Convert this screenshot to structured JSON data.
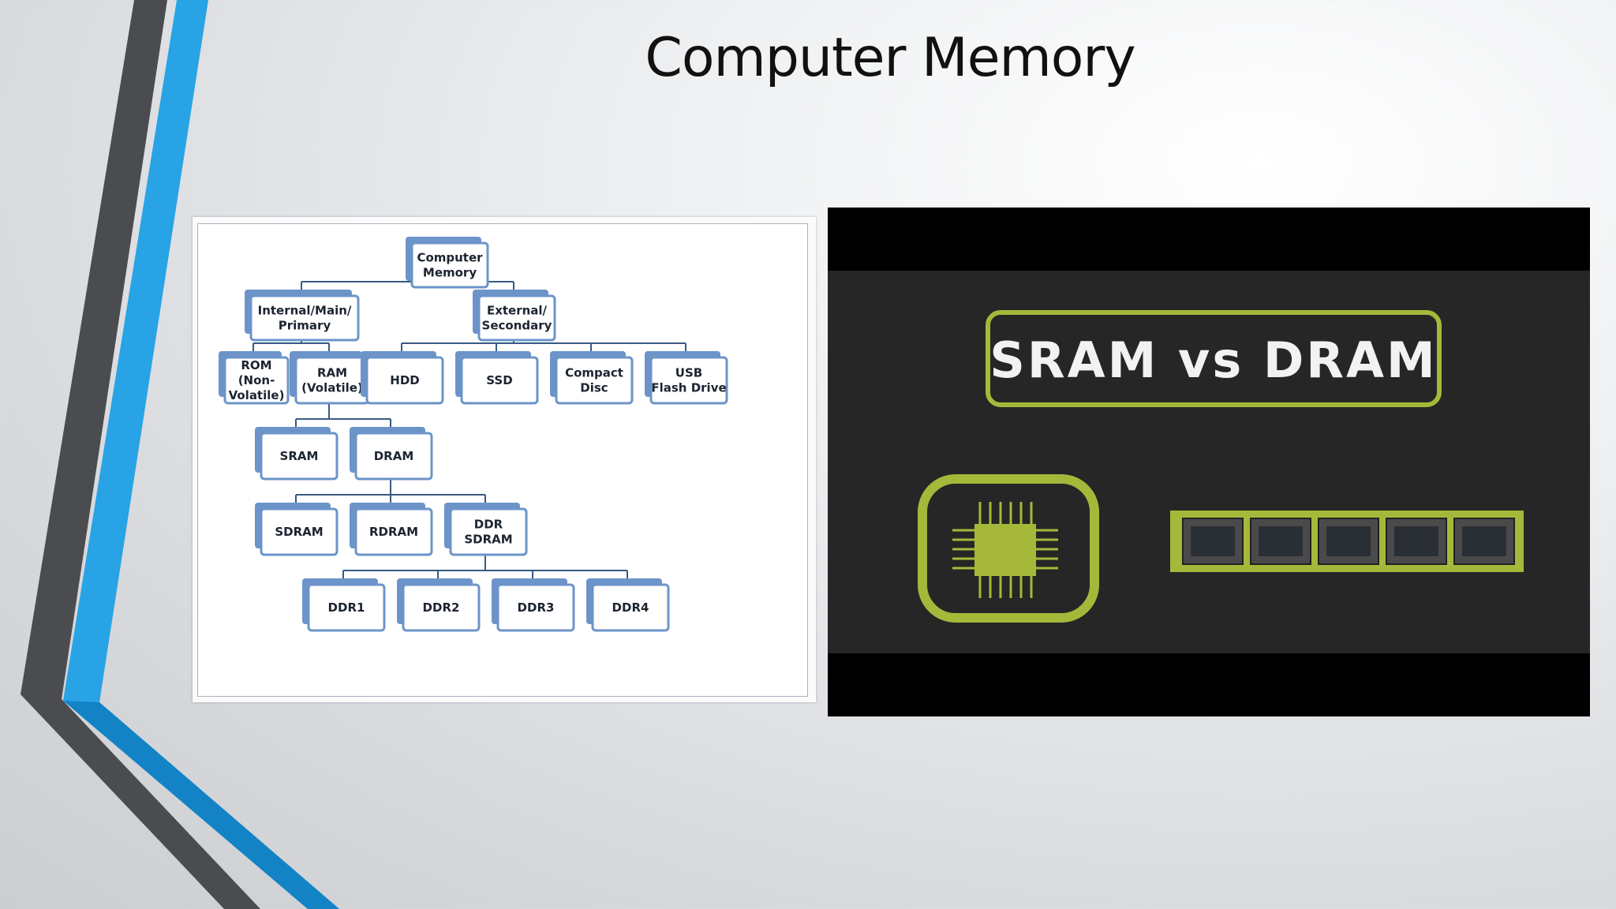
{
  "slide": {
    "title": "Computer Memory"
  },
  "colors": {
    "accent_blue": "#28a3e6",
    "accent_blue_dark": "#1383c6",
    "deco_gray": "#4a4c50",
    "node_border": "#6c94c9",
    "sd_lime": "#a6b83a",
    "sd_bg": "#262626"
  },
  "memory_tree": {
    "nodes": [
      {
        "id": "computer-memory",
        "lines": [
          "Computer",
          "Memory"
        ],
        "parent": null
      },
      {
        "id": "internal",
        "lines": [
          "Internal/Main/",
          "Primary"
        ],
        "parent": "computer-memory"
      },
      {
        "id": "external",
        "lines": [
          "External/",
          "Secondary"
        ],
        "parent": "computer-memory"
      },
      {
        "id": "rom",
        "lines": [
          "ROM",
          "(Non-",
          "Volatile)"
        ],
        "parent": "internal"
      },
      {
        "id": "ram",
        "lines": [
          "RAM",
          "(Volatile)"
        ],
        "parent": "internal"
      },
      {
        "id": "hdd",
        "lines": [
          "HDD"
        ],
        "parent": "external"
      },
      {
        "id": "ssd",
        "lines": [
          "SSD"
        ],
        "parent": "external"
      },
      {
        "id": "compact-disc",
        "lines": [
          "Compact",
          "Disc"
        ],
        "parent": "external"
      },
      {
        "id": "usb-flash-drive",
        "lines": [
          "USB",
          "Flash Drive"
        ],
        "parent": "external"
      },
      {
        "id": "sram",
        "lines": [
          "SRAM"
        ],
        "parent": "ram"
      },
      {
        "id": "dram",
        "lines": [
          "DRAM"
        ],
        "parent": "ram"
      },
      {
        "id": "sdram",
        "lines": [
          "SDRAM"
        ],
        "parent": "dram"
      },
      {
        "id": "rdram",
        "lines": [
          "RDRAM"
        ],
        "parent": "dram"
      },
      {
        "id": "ddr-sdram",
        "lines": [
          "DDR",
          "SDRAM"
        ],
        "parent": "dram"
      },
      {
        "id": "ddr1",
        "lines": [
          "DDR1"
        ],
        "parent": "ddr-sdram"
      },
      {
        "id": "ddr2",
        "lines": [
          "DDR2"
        ],
        "parent": "ddr-sdram"
      },
      {
        "id": "ddr3",
        "lines": [
          "DDR3"
        ],
        "parent": "ddr-sdram"
      },
      {
        "id": "ddr4",
        "lines": [
          "DDR4"
        ],
        "parent": "ddr-sdram"
      }
    ]
  },
  "sram_vs_dram": {
    "title": "SRAM vs DRAM",
    "icons": [
      "chip-icon",
      "memory-stick-icon"
    ]
  }
}
